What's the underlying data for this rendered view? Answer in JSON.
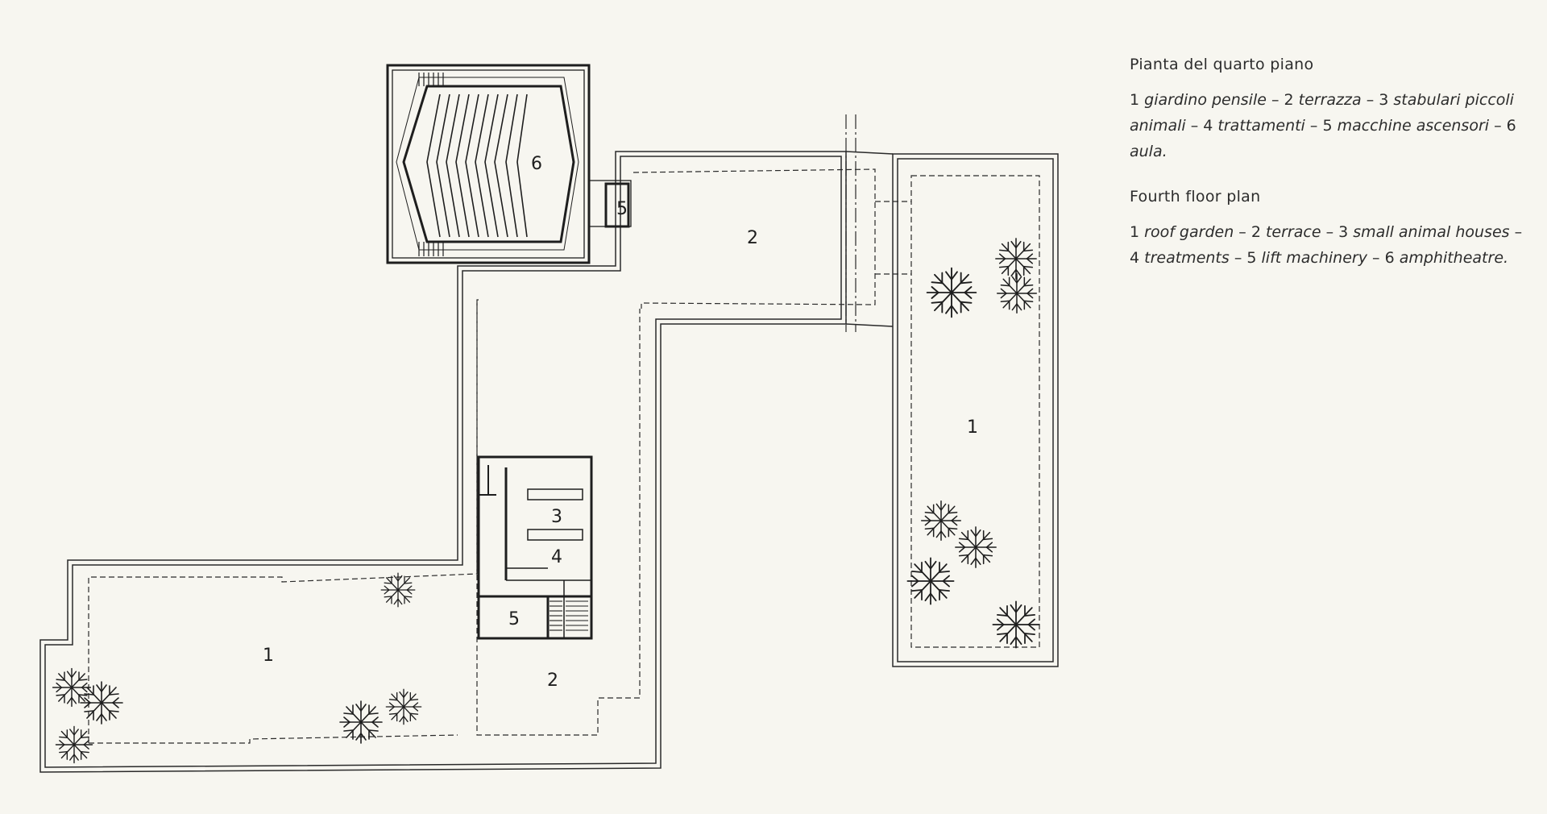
{
  "diagram": {
    "room_labels": {
      "roof_garden_west": "1",
      "roof_garden_east": "1",
      "terrace_north": "2",
      "terrace_south": "2",
      "small_animal_houses": "3",
      "treatments": "4",
      "lift_machinery_north": "5",
      "lift_machinery_south": "5",
      "amphitheatre": "6"
    },
    "icons": [
      "tree-icon",
      "stair-icon",
      "seat-row-icon"
    ]
  },
  "legend": {
    "it": {
      "heading": "Pianta del quarto piano",
      "items": [
        {
          "num": "1",
          "text": "giardino pensile"
        },
        {
          "num": "2",
          "text": "terrazza"
        },
        {
          "num": "3",
          "text": "stabulari piccoli animali"
        },
        {
          "num": "4",
          "text": "trattamenti"
        },
        {
          "num": "5",
          "text": "macchine ascensori"
        },
        {
          "num": "6",
          "text": "aula."
        }
      ]
    },
    "en": {
      "heading": "Fourth floor plan",
      "items": [
        {
          "num": "1",
          "text": "roof garden"
        },
        {
          "num": "2",
          "text": "terrace"
        },
        {
          "num": "3",
          "text": "small animal houses"
        },
        {
          "num": "4",
          "text": "treatments"
        },
        {
          "num": "5",
          "text": "lift machinery"
        },
        {
          "num": "6",
          "text": "amphitheatre."
        }
      ]
    }
  },
  "colors": {
    "paper": "#f7f6f0",
    "ink": "#2a2a2a"
  }
}
